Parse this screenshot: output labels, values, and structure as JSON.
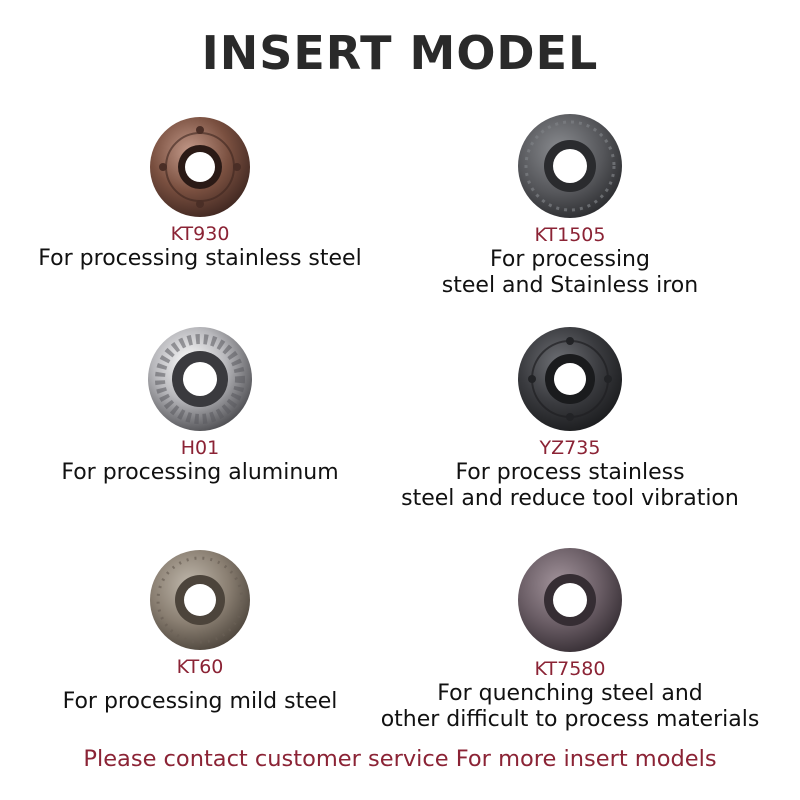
{
  "page": {
    "title": "INSERT MODEL",
    "footer": "Please contact customer service For more insert models"
  },
  "inserts": [
    {
      "model": "KT930",
      "lines": [
        "For processing stainless steel"
      ],
      "icon": "copper-round-insert-icon",
      "color": "#7a5040"
    },
    {
      "model": "KT1505",
      "lines": [
        "For processing",
        "steel and Stainless iron"
      ],
      "icon": "gray-round-insert-icon",
      "color": "#55565a"
    },
    {
      "model": "H01",
      "lines": [
        "For processing  aluminum"
      ],
      "icon": "chrome-round-insert-icon",
      "color": "#c8c8cc"
    },
    {
      "model": "YZ735",
      "lines": [
        "For  process stainless",
        "steel and reduce tool vibration"
      ],
      "icon": "black-round-insert-icon",
      "color": "#3a3b3f"
    },
    {
      "model": "KT60",
      "lines": [
        "For processing mild steel"
      ],
      "icon": "bronze-round-insert-icon",
      "color": "#8a7f72"
    },
    {
      "model": "KT7580",
      "lines": [
        "For quenching steel and",
        "other difficult to process materials"
      ],
      "icon": "violet-gray-round-insert-icon",
      "color": "#6b5e66"
    }
  ]
}
